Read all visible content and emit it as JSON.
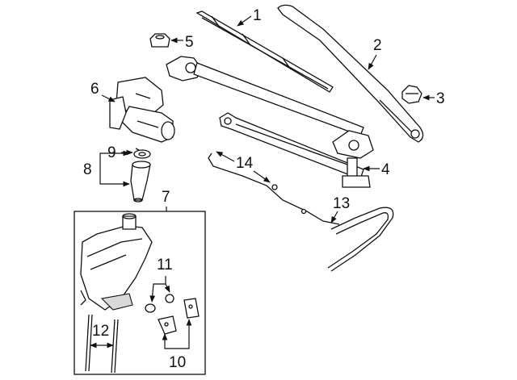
{
  "callouts": {
    "c1": "1",
    "c2": "2",
    "c3": "3",
    "c4": "4",
    "c5": "5",
    "c6": "6",
    "c7": "7",
    "c8": "8",
    "c9": "9",
    "c10": "10",
    "c11": "11",
    "c12": "12",
    "c13": "13",
    "c14": "14"
  },
  "colors": {
    "line": "#111111",
    "background": "#ffffff",
    "shade": "#d9d9d9"
  }
}
